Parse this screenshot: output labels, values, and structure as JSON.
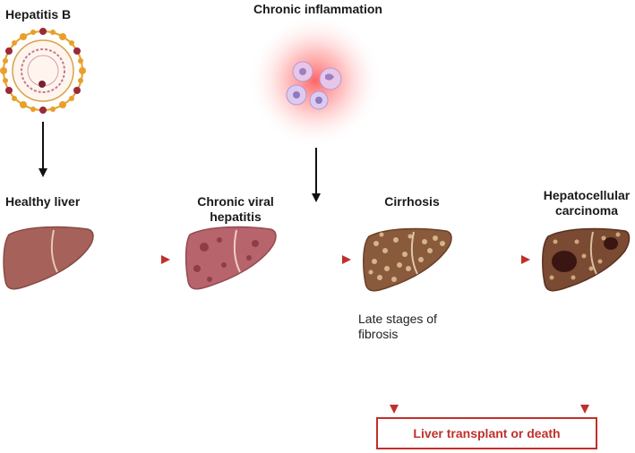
{
  "labels": {
    "hepatitis_b": "Hepatitis B",
    "chronic_inflammation": "Chronic inflammation",
    "healthy_liver": "Healthy liver",
    "chronic_viral_hepatitis_line1": "Chronic viral",
    "chronic_viral_hepatitis_line2": "hepatitis",
    "cirrhosis": "Cirrhosis",
    "hcc_line1": "Hepatocellular",
    "hcc_line2": "carcinoma",
    "late_stages_line1": "Late stages of",
    "late_stages_line2": "fibrosis",
    "outcome": "Liver transplant or death"
  },
  "colors": {
    "arrow_red": "#c0302a",
    "arrow_black": "#111111",
    "healthy_liver": "#a5615a",
    "hepatitis_liver": "#b8646c",
    "cirrhosis_liver": "#8a5a3c",
    "carcinoma_liver": "#7a4a32",
    "inflammation_glow": "#ff5a5a"
  },
  "icons": [
    "hepatitis-b-virus-icon",
    "immune-cells-icon",
    "liver-icon"
  ]
}
